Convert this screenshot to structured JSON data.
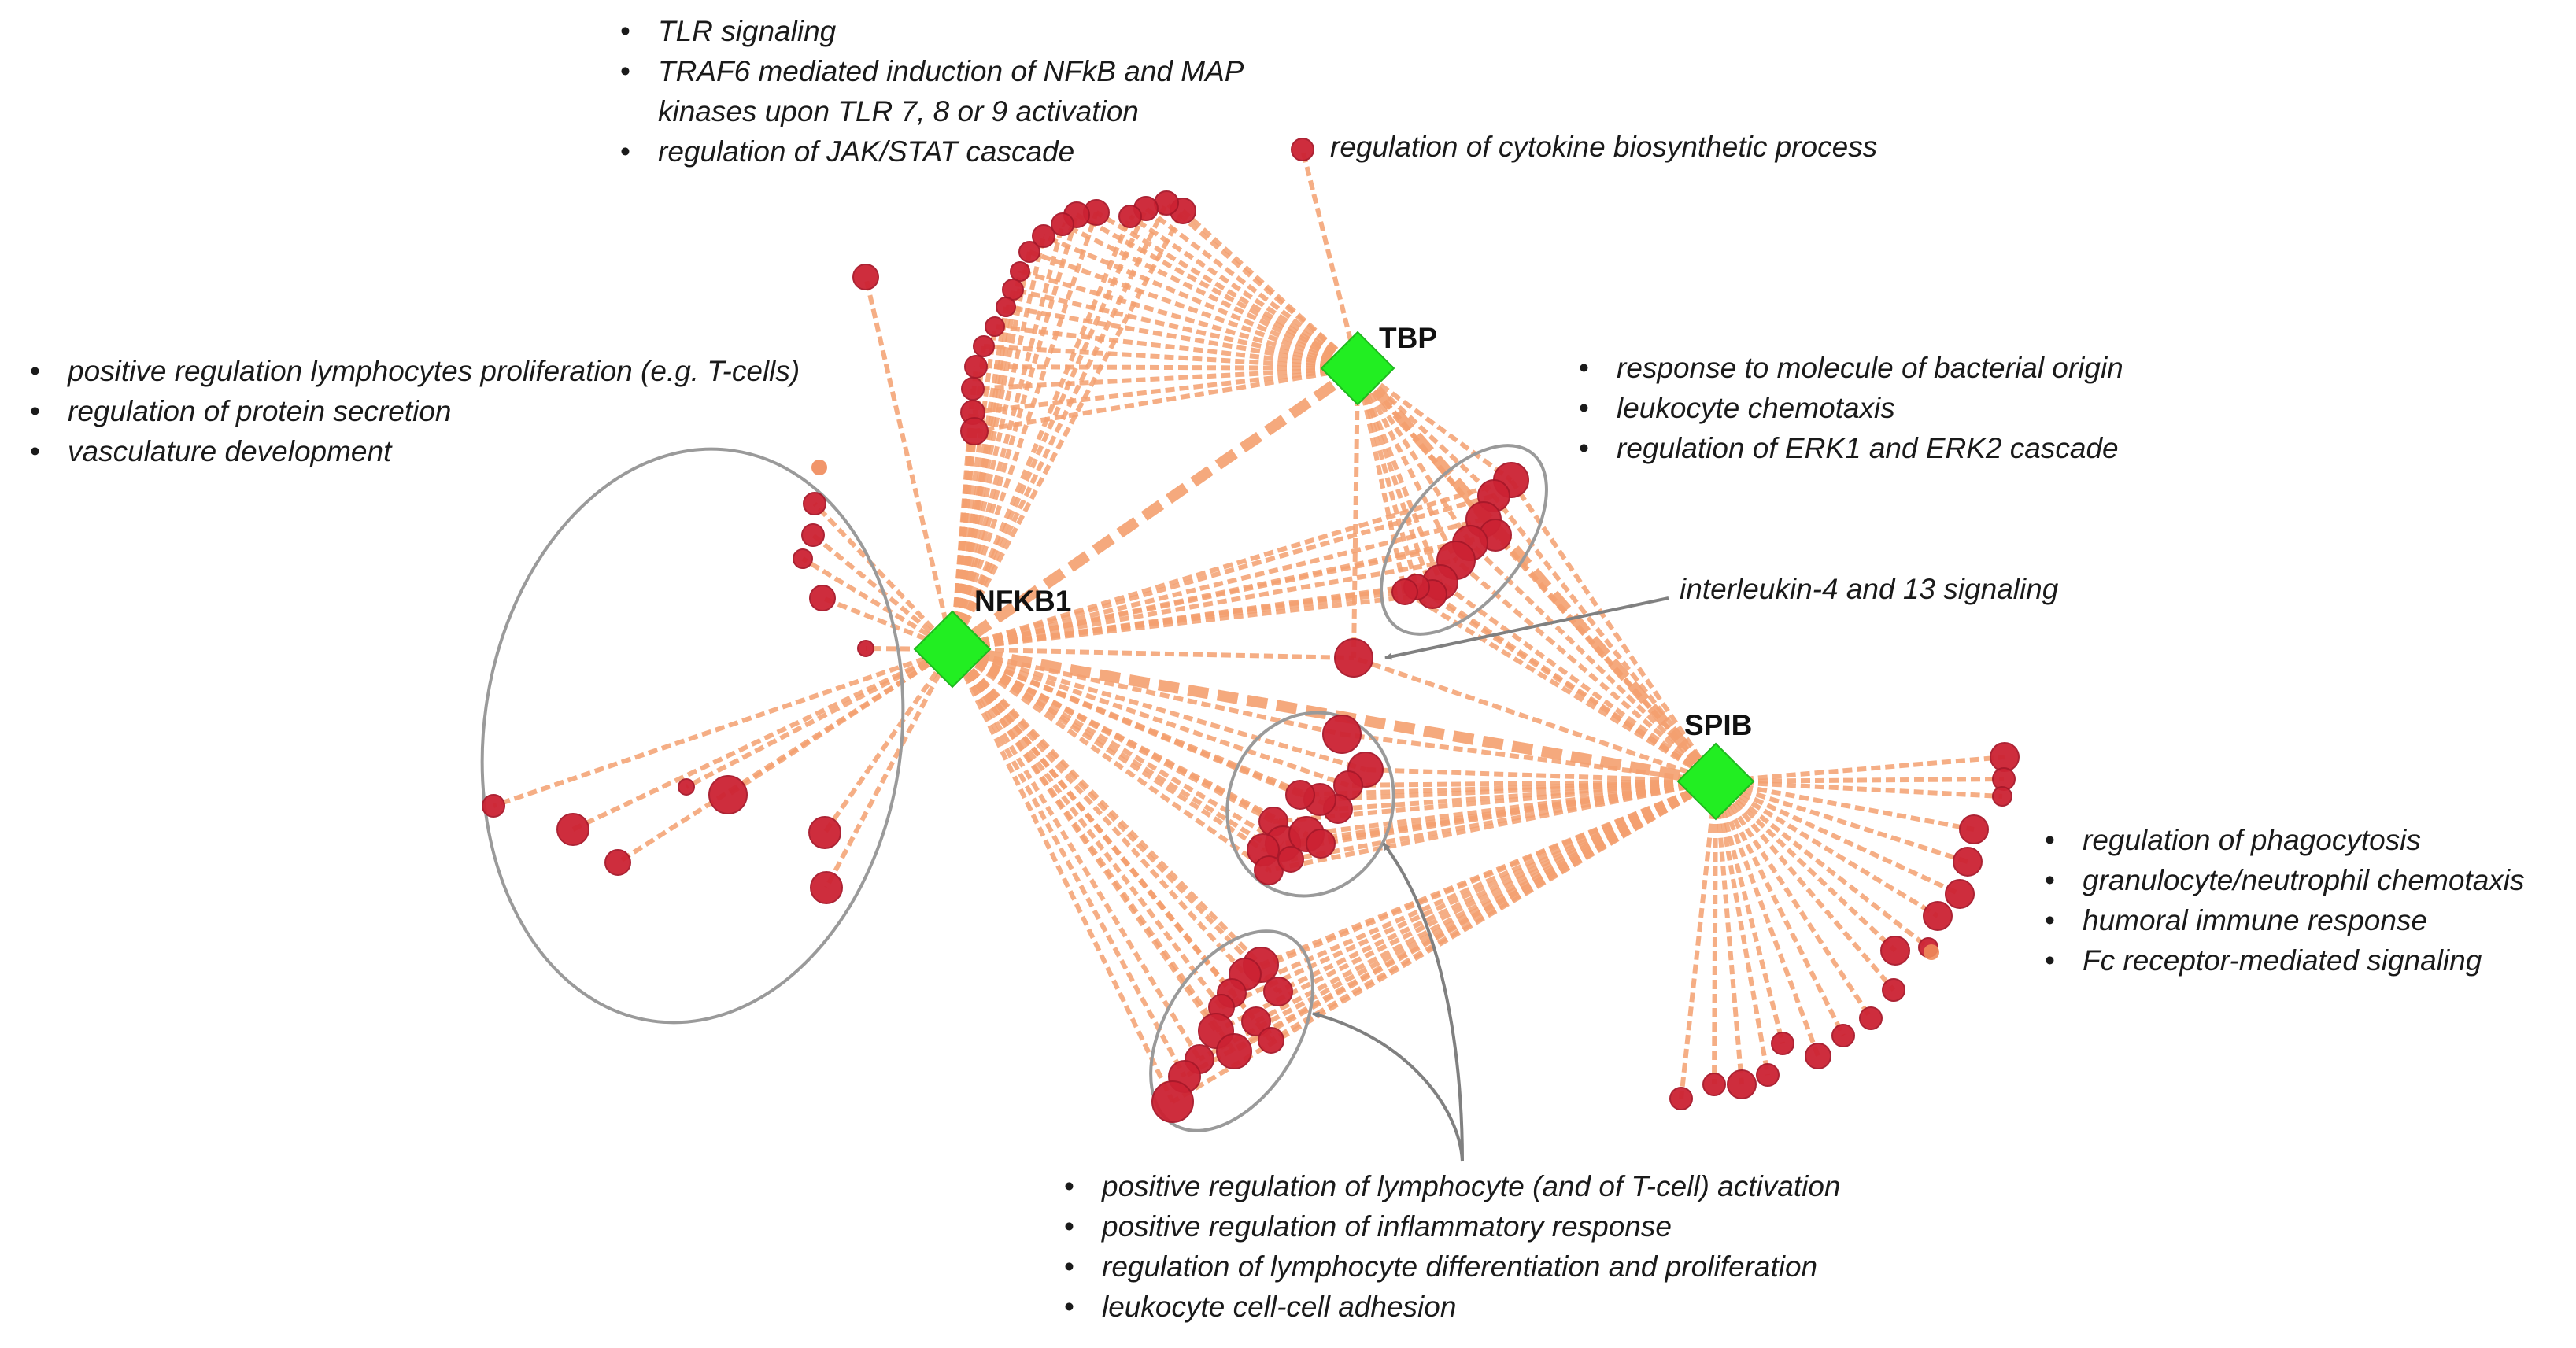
{
  "colors": {
    "edge": "#f4a070",
    "node": "#cc2233",
    "node_stroke": "#a8182a",
    "hub": "#22ee22",
    "cluster_outline": "#9a9a9a",
    "arrow": "#808080"
  },
  "hubs": {
    "tbp": "TBP",
    "nfkb1": "NFKB1",
    "spib": "SPIB"
  },
  "annotations": {
    "top": [
      "TLR signaling",
      "TRAF6 mediated induction of NFkB and MAP kinases upon TLR 7, 8 or 9 activation",
      "regulation of JAK/STAT cascade"
    ],
    "cytokine": "regulation of cytokine biosynthetic process",
    "left": [
      "positive regulation lymphocytes proliferation (e.g. T-cells)",
      "regulation of protein secretion",
      "vasculature development"
    ],
    "right": [
      "response to molecule of bacterial origin",
      "leukocyte chemotaxis",
      "regulation of ERK1 and ERK2 cascade"
    ],
    "interleukin": "interleukin-4 and 13 signaling",
    "spib_side": [
      "regulation of phagocytosis",
      "granulocyte/neutrophil chemotaxis",
      "humoral immune response",
      "Fc receptor-mediated signaling"
    ],
    "bottom": [
      "positive regulation of lymphocyte (and of T-cell) activation",
      "positive regulation of inflammatory response",
      "regulation of lymphocyte differentiation and proliferation",
      "leukocyte cell-cell adhesion"
    ]
  }
}
